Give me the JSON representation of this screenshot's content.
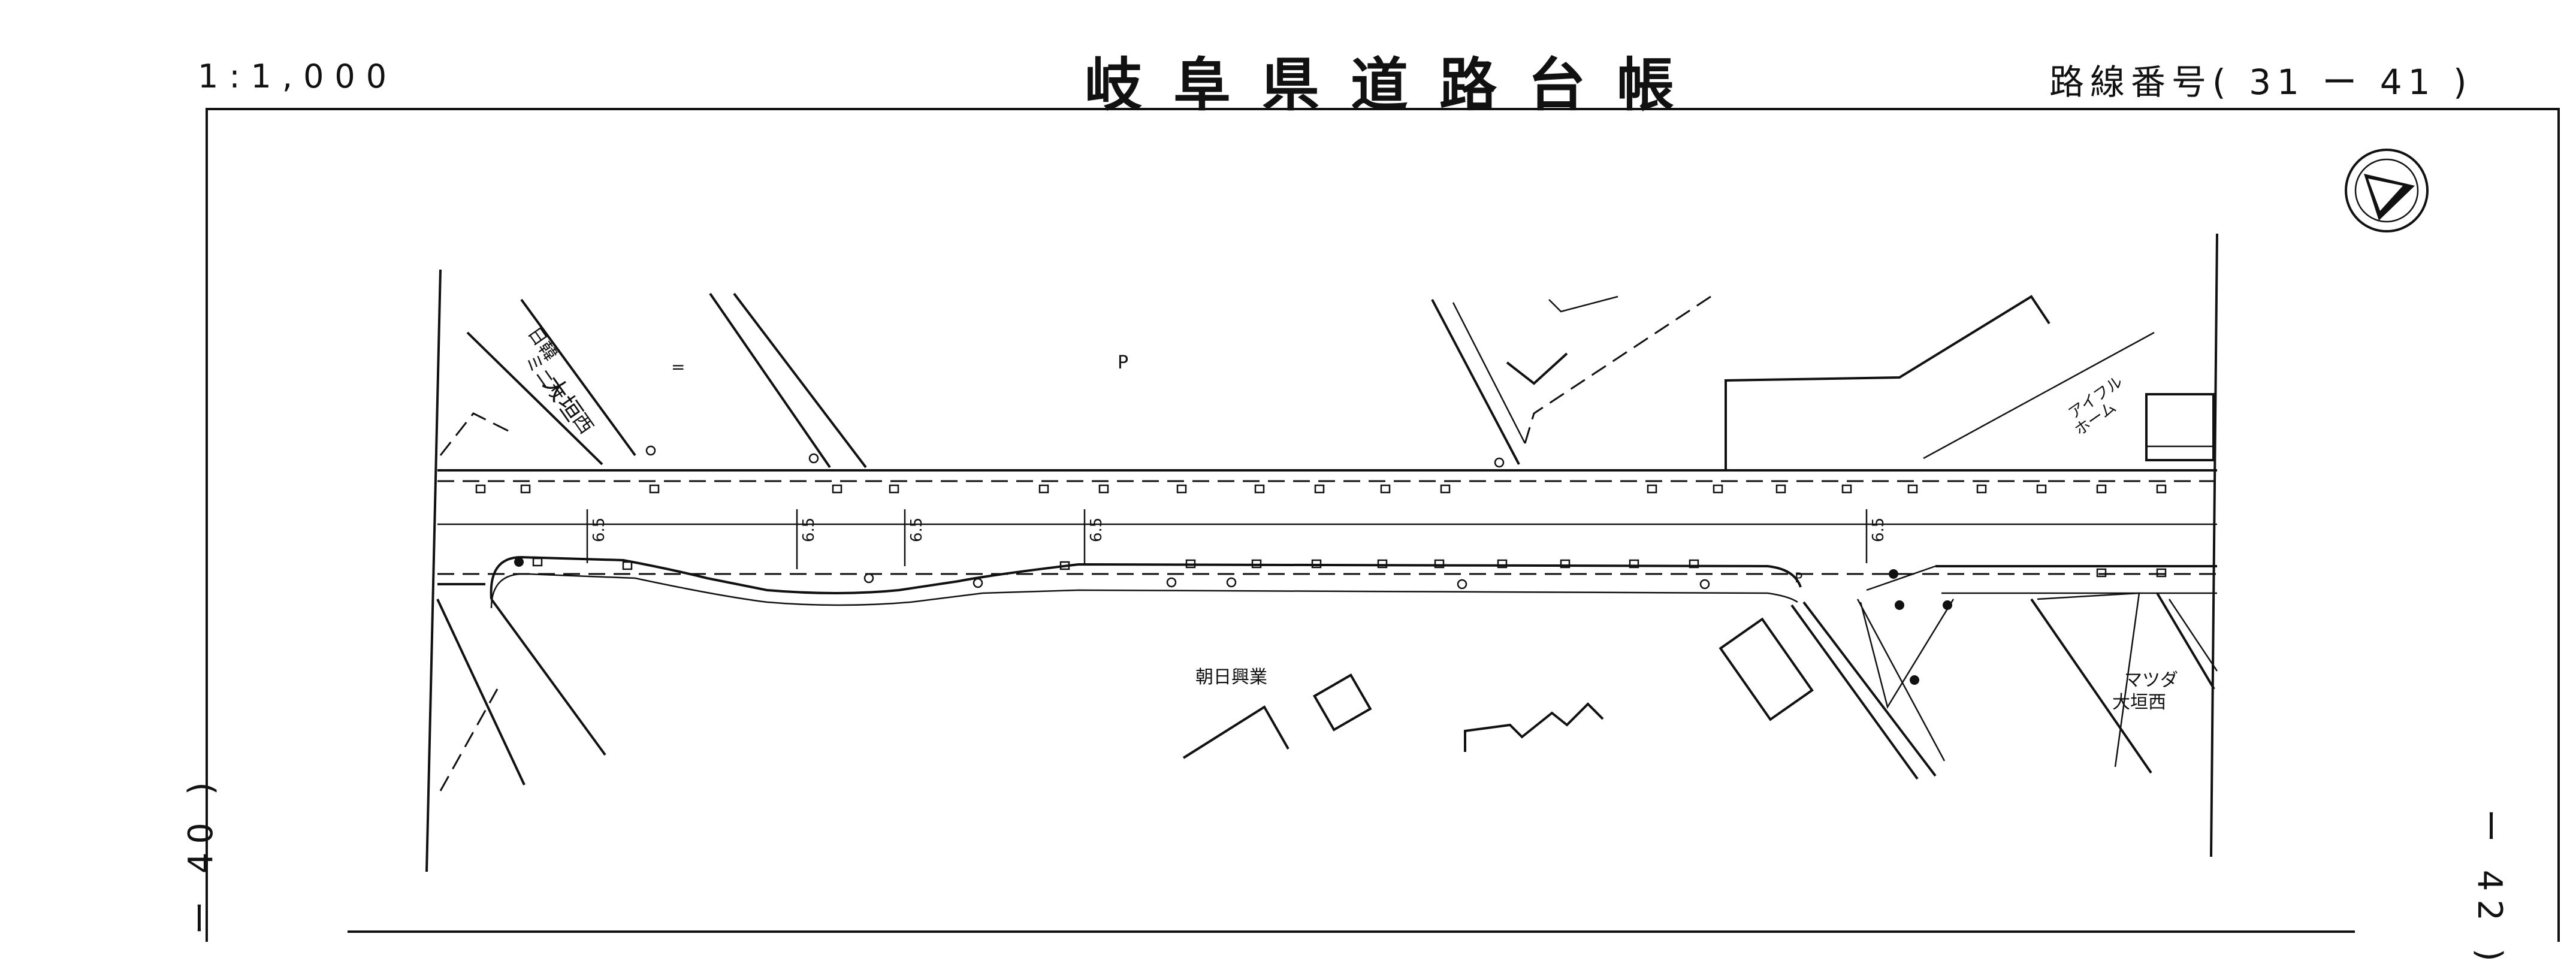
{
  "header": {
    "scale": "1:1,000",
    "title": "岐阜県道路台帳",
    "route": "路線番号( 31 ー 41 )"
  },
  "adjacent_sheets": {
    "left": "ー 40 )",
    "right": "ー 42 )"
  },
  "map": {
    "labels": {
      "parking_top": "P",
      "parking_road": "P",
      "equal_mark": "=",
      "shop_left_1": "日韓",
      "shop_left_2": "ミニサ",
      "shop_left_3": "大垣",
      "shop_left_4": "西",
      "aiful_1": "アイフル",
      "aiful_2": "ホーム",
      "asahi": "朝日興業",
      "mazda_1": "マツダ",
      "mazda_2": "大垣西"
    },
    "road_widths": [
      "6.5",
      "6.5",
      "6.5",
      "6.5",
      "6.5"
    ],
    "north_arrow": "compass-north"
  }
}
